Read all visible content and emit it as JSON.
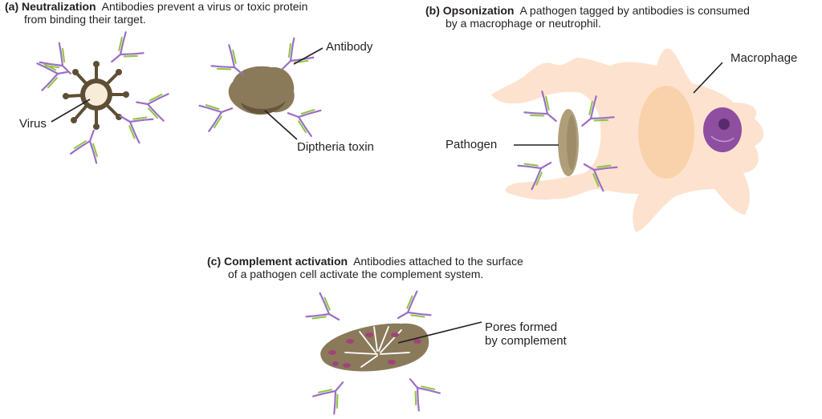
{
  "panel_a": {
    "letter": "(a)",
    "title": "Neutralization",
    "desc_line1": "Antibodies prevent a virus or toxic protein",
    "desc_line2": "from binding their target.",
    "label_virus": "Virus",
    "label_antibody": "Antibody",
    "label_toxin": "Diptheria toxin"
  },
  "panel_b": {
    "letter": "(b)",
    "title": "Opsonization",
    "desc_line1": "A pathogen tagged by antibodies is consumed",
    "desc_line2": "by a macrophage or neutrophil.",
    "label_macrophage": "Macrophage",
    "label_pathogen": "Pathogen"
  },
  "panel_c": {
    "letter": "(c)",
    "title": "Complement activation",
    "desc_line1": "Antibodies attached to the surface",
    "desc_line2": "of a pathogen cell activate the complement system.",
    "label_pores_line1": "Pores formed",
    "label_pores_line2": "by complement"
  },
  "colors": {
    "antibody_heavy": "#9b6fc4",
    "antibody_light": "#8cc63f",
    "virus": "#5e4e35",
    "toxin": "#8a7a5a",
    "macrophage": "#fde3cf",
    "nucleus": "#8e4fa0",
    "pathogen": "#b09e7a",
    "complement_pore": "#a1437b"
  }
}
